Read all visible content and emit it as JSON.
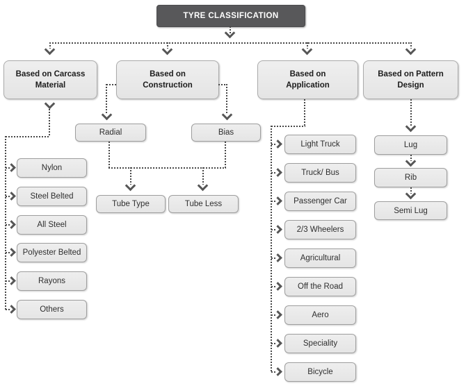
{
  "title": "TYRE CLASSIFICATION",
  "branches": {
    "carcass": {
      "label": "Based on Carcass Material",
      "items": [
        "Nylon",
        "Steel Belted",
        "All Steel",
        "Polyester Belted",
        "Rayons",
        "Others"
      ]
    },
    "construction": {
      "label": "Based on Construction",
      "types": [
        "Radial",
        "Bias"
      ],
      "subtypes": [
        "Tube Type",
        "Tube Less"
      ]
    },
    "application": {
      "label": "Based on Application",
      "items": [
        "Light Truck",
        "Truck/ Bus",
        "Passenger Car",
        "2/3 Wheelers",
        "Agricultural",
        "Off the Road",
        "Aero",
        "Speciality",
        "Bicycle"
      ]
    },
    "pattern": {
      "label": "Based on Pattern Design",
      "items": [
        "Lug",
        "Rib",
        "Semi Lug"
      ]
    }
  },
  "colors": {
    "title_background": "#58585a",
    "title_text": "#ffffff",
    "node_background": "#e9e9e9",
    "node_border": "#a6a6a6",
    "connector": "#474747",
    "text": "#2e2e2e"
  }
}
